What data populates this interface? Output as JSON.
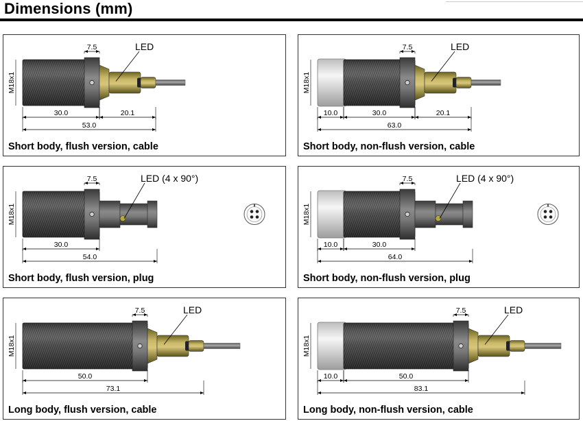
{
  "title": "Dimensions (mm)",
  "thread_label": "M18x1",
  "panels": [
    {
      "id": "short-flush-cable",
      "caption": "Short body, flush version, cable",
      "type": "cable",
      "led_label": "LED",
      "dims": {
        "cap": "",
        "body": "30.0",
        "nut": "7.5",
        "conn": "20.1",
        "total": "53.0"
      }
    },
    {
      "id": "short-nonflush-cable",
      "caption": "Short body, non-flush version, cable",
      "type": "cable",
      "led_label": "LED",
      "dims": {
        "cap": "10.0",
        "body": "30.0",
        "nut": "7.5",
        "conn": "20.1",
        "total": "63.0"
      }
    },
    {
      "id": "short-flush-plug",
      "caption": "Short body, flush version, plug",
      "type": "plug",
      "led_label": "LED (4 x 90°)",
      "dims": {
        "cap": "",
        "body": "30.0",
        "nut": "7.5",
        "conn": "",
        "total": "54.0"
      }
    },
    {
      "id": "short-nonflush-plug",
      "caption": "Short body, non-flush version, plug",
      "type": "plug",
      "led_label": "LED (4 x 90°)",
      "dims": {
        "cap": "10.0",
        "body": "30.0",
        "nut": "7.5",
        "conn": "",
        "total": "64.0"
      }
    },
    {
      "id": "long-flush-cable",
      "caption": "Long body, flush version, cable",
      "type": "cable",
      "led_label": "LED",
      "dims": {
        "cap": "",
        "body": "50.0",
        "nut": "7.5",
        "conn": "",
        "total": "73.1"
      }
    },
    {
      "id": "long-nonflush-cable",
      "caption": "Long body, non-flush version, cable",
      "type": "cable",
      "led_label": "LED",
      "dims": {
        "cap": "10.0",
        "body": "50.0",
        "nut": "7.5",
        "conn": "",
        "total": "83.1"
      }
    }
  ]
}
